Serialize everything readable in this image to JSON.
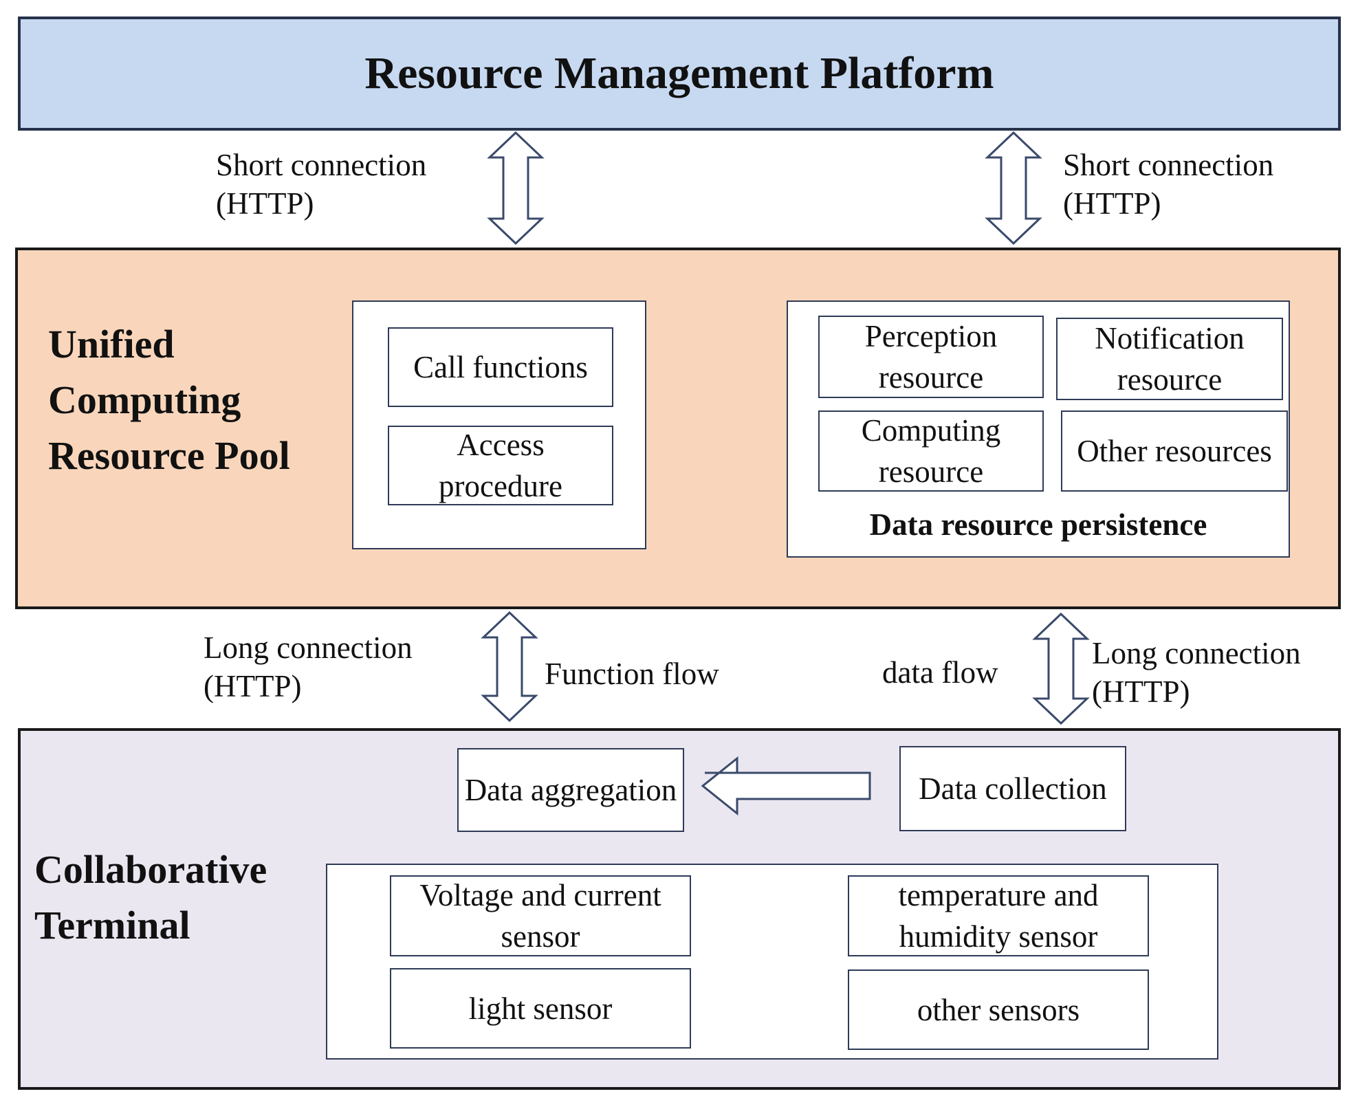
{
  "platform": {
    "title": "Resource Management Platform"
  },
  "links_top": {
    "left": "Short connection\n(HTTP)",
    "right": "Short connection\n(HTTP)"
  },
  "pool": {
    "label": "Unified Computing Resource Pool",
    "functions": [
      "Call functions",
      "Access procedure"
    ],
    "data_resources": [
      "Perception resource",
      "Notification resource",
      "Computing resource",
      "Other resources"
    ],
    "data_caption": "Data resource persistence"
  },
  "links_bottom": {
    "left": "Long connection\n(HTTP)",
    "left_flow": "Function flow",
    "right_flow": "data flow",
    "right": "Long connection\n(HTTP)"
  },
  "terminal": {
    "label": "Collaborative Terminal",
    "aggregation": "Data aggregation",
    "collection": "Data collection",
    "sensors": [
      "Voltage and current sensor",
      "temperature and humidity sensor",
      "light sensor",
      "other sensors"
    ]
  },
  "colors": {
    "platform_fill": "#c7d9f1",
    "pool_fill": "#f9d6bb",
    "terminal_fill": "#ebe7f1",
    "box_border": "#2e3a57",
    "arrow_stroke": "#3a4a6b"
  }
}
